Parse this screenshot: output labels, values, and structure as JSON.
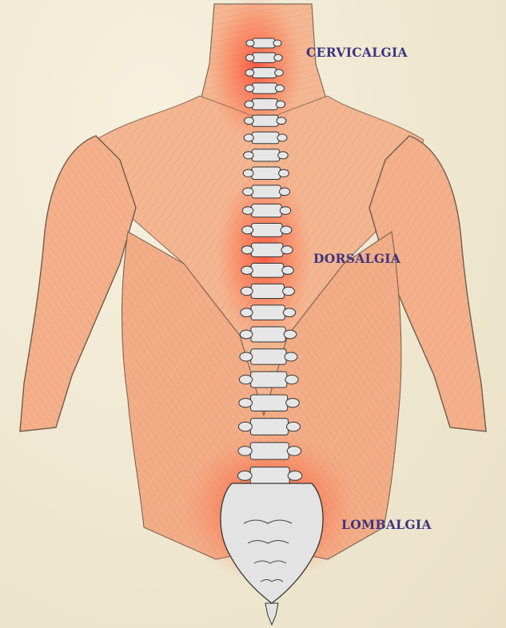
{
  "labels": {
    "cervical": "CERVICALGIA",
    "dorsal": "DORSALGIA",
    "lumbar": "LOMBALGIA"
  },
  "colors": {
    "label": "#3d3480",
    "muscle": "#f2b08a",
    "muscle_line": "#e07e5a",
    "pain_glow": "#ff3a2a",
    "bone": "#e6e6e6",
    "background": "#f1ead6"
  }
}
